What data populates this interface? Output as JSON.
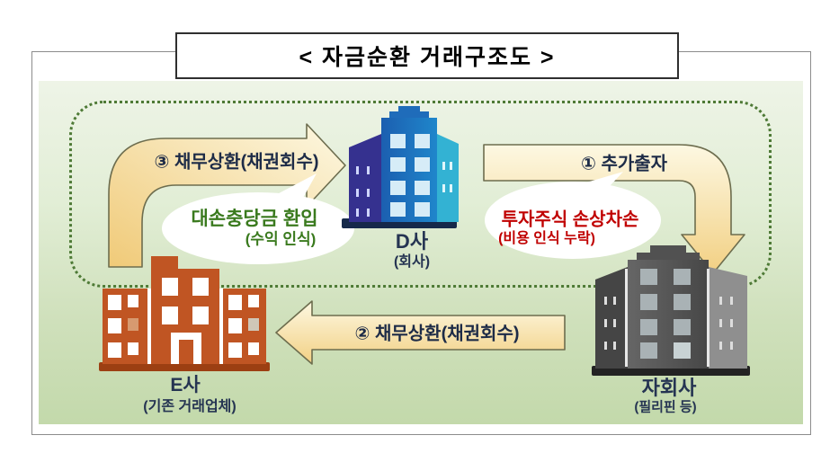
{
  "title": "< 자금순환 거래구조도 >",
  "arrows": {
    "repay_top": "③ 채무상환(채권회수)",
    "invest": "① 추가출자",
    "repay_mid": "② 채무상환(채권회수)"
  },
  "callouts": {
    "allowance": {
      "line1": "대손충당금 환입",
      "line2": "(수익 인식)"
    },
    "impairment": {
      "line1": "투자주식 손상차손",
      "line2": "(비용 인식 누락)"
    }
  },
  "entities": {
    "d": {
      "name": "D사",
      "subtitle": "(회사)"
    },
    "subsidiary": {
      "name": "자회사",
      "subtitle": "(필리핀 등)"
    },
    "e": {
      "name": "E사",
      "subtitle": "(기존 거래업체)"
    }
  },
  "colors": {
    "callout_green_text": "#3a7a1e",
    "callout_red_text": "#c00000",
    "arrow_fill_top": "#fdf8e2",
    "arrow_fill_bottom": "#f2d083",
    "arrow_outline": "#6d6d4e",
    "dotted_loop": "#4e7a36",
    "canvas_top": "#ecf3e4",
    "canvas_bottom": "#c3d9ab",
    "building_d_blue": "#1f83c9",
    "building_e_orange": "#c05523",
    "building_subsidiary_gray": "#555555",
    "label_navy": "#253452"
  }
}
